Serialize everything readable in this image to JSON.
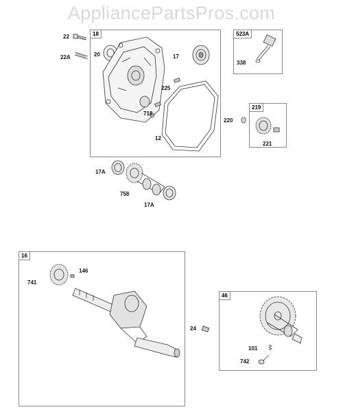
{
  "watermark": "AppliancePartsPros.com",
  "boxes": {
    "b18": "18",
    "b523A": "523A",
    "b219": "219",
    "b16": "16",
    "b46": "46"
  },
  "parts": {
    "p22": "22",
    "p22A": "22A",
    "p20": "20",
    "p17": "17",
    "p225": "225",
    "p718": "718",
    "p12": "12",
    "p338": "338",
    "p220": "220",
    "p221": "221",
    "p17A_top": "17A",
    "p758": "758",
    "p17A_bottom": "17A",
    "p741": "741",
    "p146": "146",
    "p24": "24",
    "p101": "101",
    "p742": "742"
  }
}
